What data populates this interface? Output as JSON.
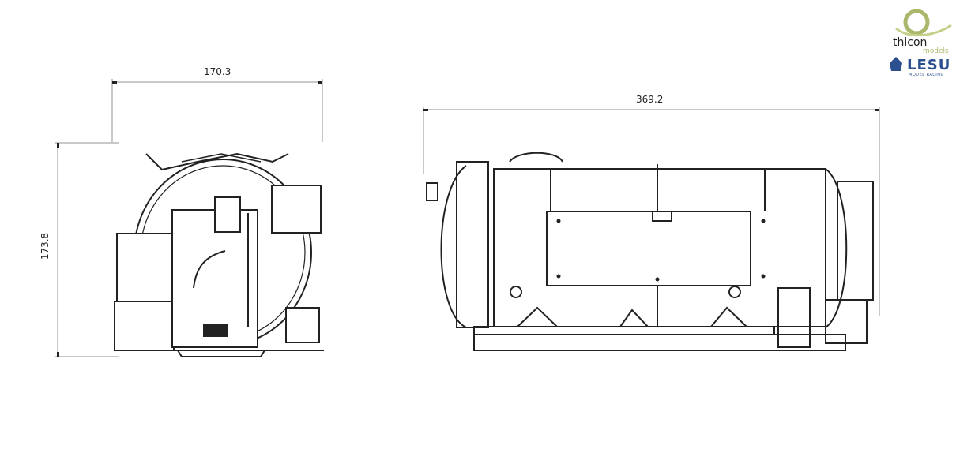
{
  "front_view": {
    "width_dimension": "170.3",
    "height_dimension": "173.8"
  },
  "side_view": {
    "length_dimension": "369.2"
  },
  "branding": {
    "brand1_name": "thicon",
    "brand1_sub": "models",
    "brand2_name": "LESU",
    "brand2_sub": "MODEL RACING",
    "brand1_color": "#a9b86a",
    "brand2_color": "#2b4f8f"
  }
}
